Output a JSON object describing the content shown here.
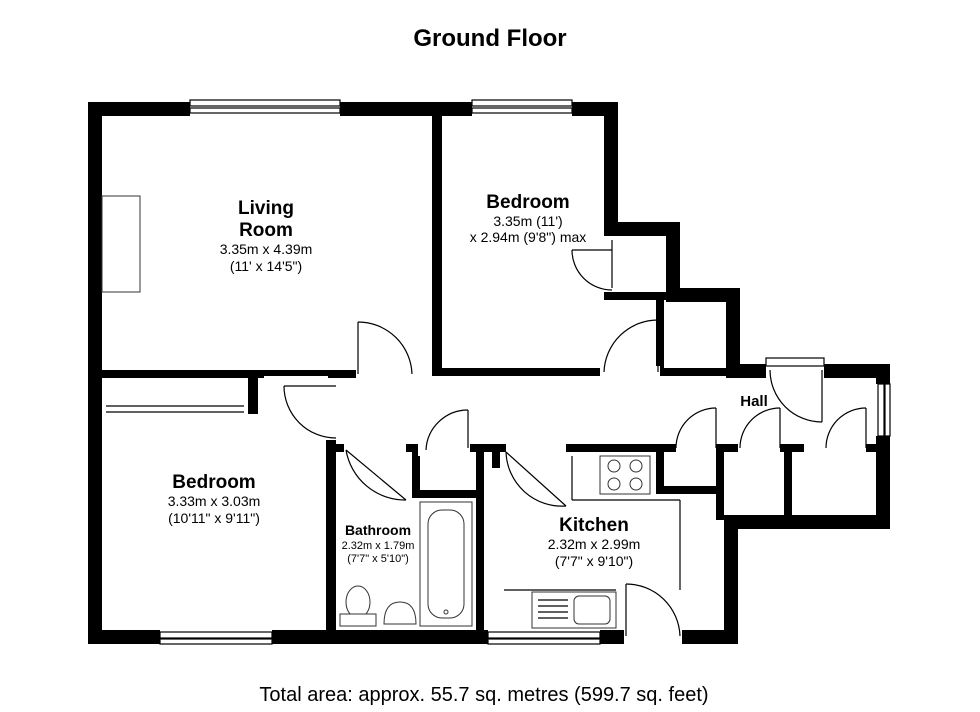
{
  "title": "Ground Floor",
  "rooms": {
    "living": {
      "name_line1": "Living",
      "name_line2": "Room",
      "dim_metric": "3.35m x 4.39m",
      "dim_imperial": "(11' x 14'5\")"
    },
    "bedroom1": {
      "name": "Bedroom",
      "dim_line1": "3.35m (11')",
      "dim_line2": "x 2.94m (9'8\") max"
    },
    "bedroom2": {
      "name": "Bedroom",
      "dim_metric": "3.33m x 3.03m",
      "dim_imperial": "(10'11\" x 9'11\")"
    },
    "bathroom": {
      "name": "Bathroom",
      "dim_metric": "2.32m x 1.79m",
      "dim_imperial": "(7'7\" x 5'10\")"
    },
    "kitchen": {
      "name": "Kitchen",
      "dim_metric": "2.32m x 2.99m",
      "dim_imperial": "(7'7\" x 9'10\")"
    },
    "hall": {
      "name": "Hall"
    }
  },
  "total_area": "Total area: approx. 55.7 sq. metres (599.7 sq. feet)"
}
